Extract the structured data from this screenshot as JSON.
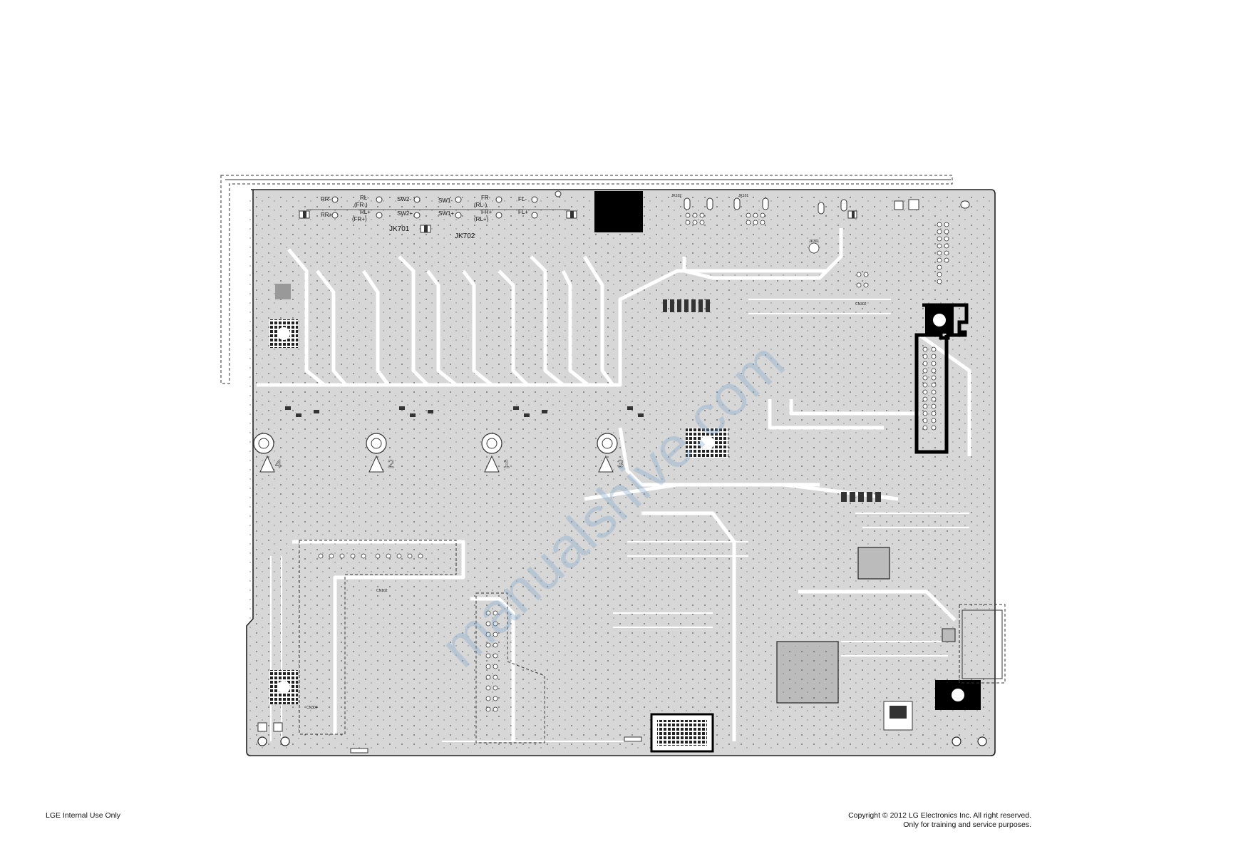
{
  "footer": {
    "left_text": "LGE Internal Use Only",
    "right_line1": "Copyright © 2012 LG Electronics Inc. All right reserved.",
    "right_line2": "Only for training and service purposes."
  },
  "watermark": "manualshive.com",
  "board": {
    "jacks": [
      "JK701",
      "JK702"
    ],
    "speaker_terminals_top": [
      "RR-",
      "RL-",
      "(FR-)",
      "SW2-",
      "SW1-",
      "FR-",
      "(RL-)",
      "FL-"
    ],
    "speaker_terminals_bottom": [
      "RR+",
      "RL+",
      "(FR+)",
      "SW2+",
      "SW1+",
      "FR+",
      "(RL+)",
      "FL+"
    ],
    "channel_numbers": [
      "4",
      "2",
      "1",
      "3"
    ],
    "connectors": [
      "JK102",
      "JK101",
      "JK301",
      "CN302",
      "CN102",
      "CN304"
    ],
    "colors": {
      "board": "#d7d7d7",
      "trace": "#ffffff",
      "edge": "#222222",
      "mounting": "#111111"
    }
  }
}
